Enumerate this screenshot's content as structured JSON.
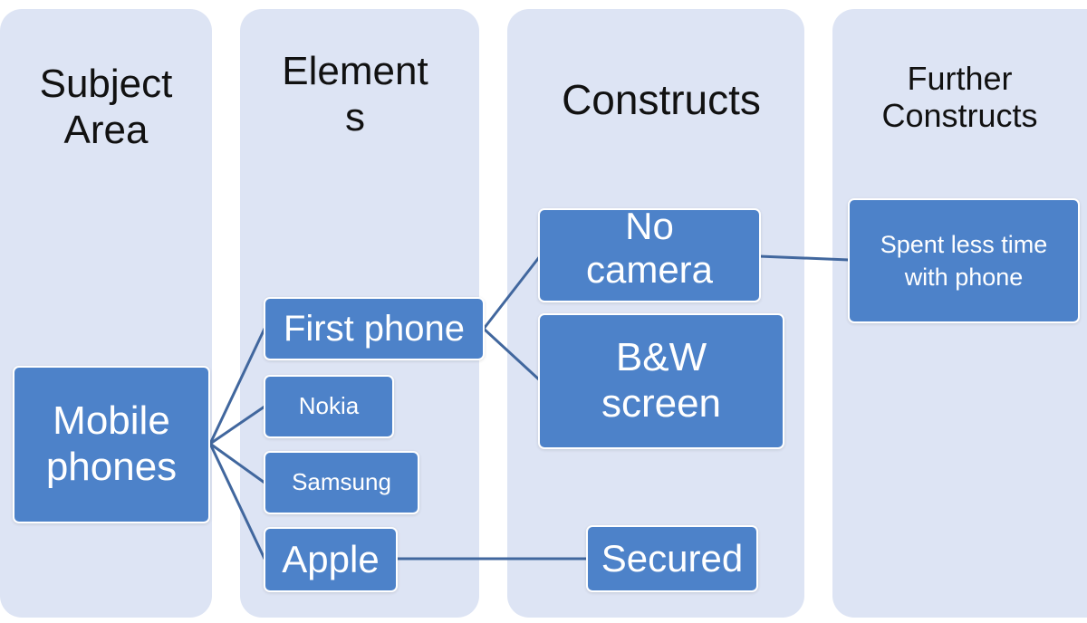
{
  "columns": {
    "subject_area": {
      "title_line1": "Subject",
      "title_line2": "Area"
    },
    "elements": {
      "title_line1": "Element",
      "title_line2": "s"
    },
    "constructs": {
      "title": "Constructs"
    },
    "further_constructs": {
      "title_line1": "Further",
      "title_line2": "Constructs"
    }
  },
  "nodes": {
    "mobile_phones": {
      "line1": "Mobile",
      "line2": "phones"
    },
    "first_phone": {
      "label": "First phone"
    },
    "nokia": {
      "label": "Nokia"
    },
    "samsung": {
      "label": "Samsung"
    },
    "apple": {
      "label": "Apple"
    },
    "no_camera": {
      "line1": "No",
      "line2": "camera"
    },
    "bw_screen": {
      "line1": "B&W",
      "line2": "screen"
    },
    "secured": {
      "label": "Secured"
    },
    "spent_less_time": {
      "line1": "Spent less time",
      "line2": "with phone"
    }
  },
  "colors": {
    "column_bg": "#dde4f4",
    "node_fill": "#4d82c9",
    "node_border": "#ffffff",
    "connector": "#41679e",
    "title_text": "#111111"
  }
}
